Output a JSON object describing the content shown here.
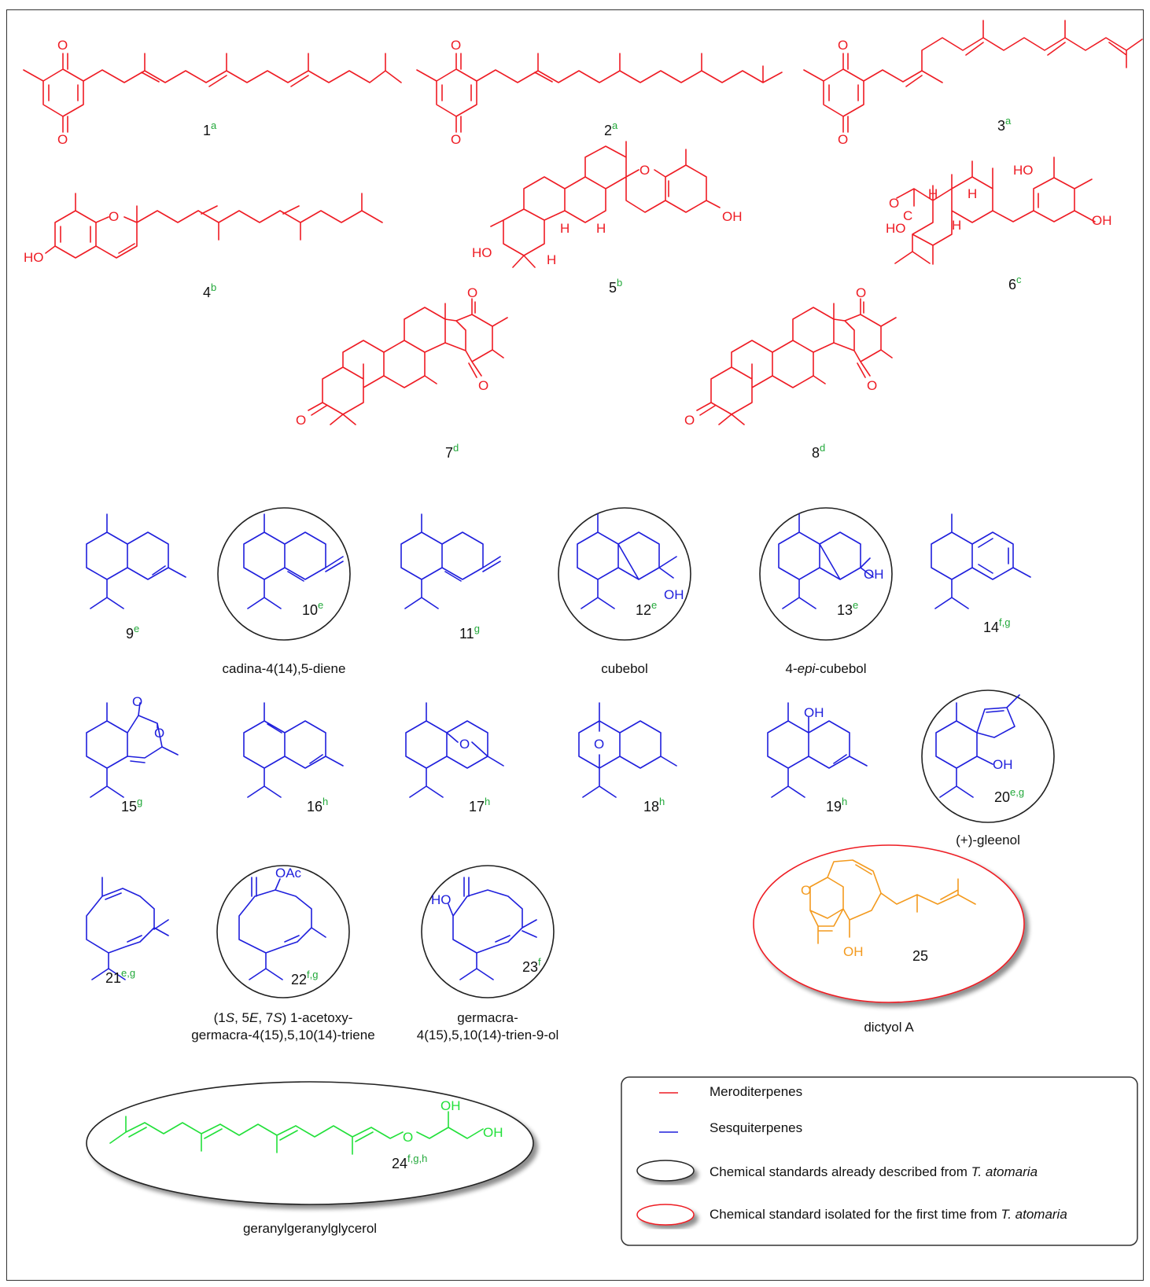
{
  "compounds": [
    {
      "num": "1",
      "sup": "a"
    },
    {
      "num": "2",
      "sup": "a"
    },
    {
      "num": "3",
      "sup": "a"
    },
    {
      "num": "4",
      "sup": "b"
    },
    {
      "num": "5",
      "sup": "b"
    },
    {
      "num": "6",
      "sup": "c"
    },
    {
      "num": "7",
      "sup": "d"
    },
    {
      "num": "8",
      "sup": "d"
    },
    {
      "num": "9",
      "sup": "e"
    },
    {
      "num": "10",
      "sup": "e"
    },
    {
      "num": "11",
      "sup": "g"
    },
    {
      "num": "12",
      "sup": "e"
    },
    {
      "num": "13",
      "sup": "e"
    },
    {
      "num": "14",
      "sup": "f,g"
    },
    {
      "num": "15",
      "sup": "g"
    },
    {
      "num": "16",
      "sup": "h"
    },
    {
      "num": "17",
      "sup": "h"
    },
    {
      "num": "18",
      "sup": "h"
    },
    {
      "num": "19",
      "sup": "h"
    },
    {
      "num": "20",
      "sup": "e,g"
    },
    {
      "num": "21",
      "sup": "e,g"
    },
    {
      "num": "22",
      "sup": "f,g"
    },
    {
      "num": "23",
      "sup": "f"
    },
    {
      "num": "24",
      "sup": "f,g,h"
    },
    {
      "num": "25",
      "sup": ""
    }
  ],
  "names": {
    "c10": "cadina-4(14),5-diene",
    "c12": "cubebol",
    "c13_pre": "4-",
    "c13_it": "epi",
    "c13_post": "-cubebol",
    "c20": "(+)-gleenol",
    "c22_a": "(1",
    "c22_s1": "S",
    "c22_b": ", 5",
    "c22_e": "E",
    "c22_c": ", 7",
    "c22_s2": "S",
    "c22_d": ") 1-acetoxy-",
    "c22_line2": "germacra-4(15),5,10(14)-triene",
    "c23_line1": "germacra-",
    "c23_line2": "4(15),5,10(14)-trien-9-ol",
    "c24": "geranylgeranylglycerol",
    "c25": "dictyol A"
  },
  "atoms": {
    "O": "O",
    "HO": "HO",
    "OH": "OH",
    "H": "H",
    "OAc": "OAc",
    "C": "C"
  },
  "legend": {
    "meroditerpenes": "Meroditerpenes",
    "sesquiterpenes": "Sesquiterpenes",
    "described_pre": "Chemical standards already described from ",
    "described_it": "T. atomaria",
    "isolated_pre": "Chemical standard isolated for the first time from ",
    "isolated_it": "T. atomaria"
  },
  "colors": {
    "meroditerpene": "#ee1c24",
    "sesquiterpene": "#1f1fdc",
    "glycerol": "#22e03a",
    "dictyol": "#f39a1e",
    "superscript": "#22a83a"
  }
}
